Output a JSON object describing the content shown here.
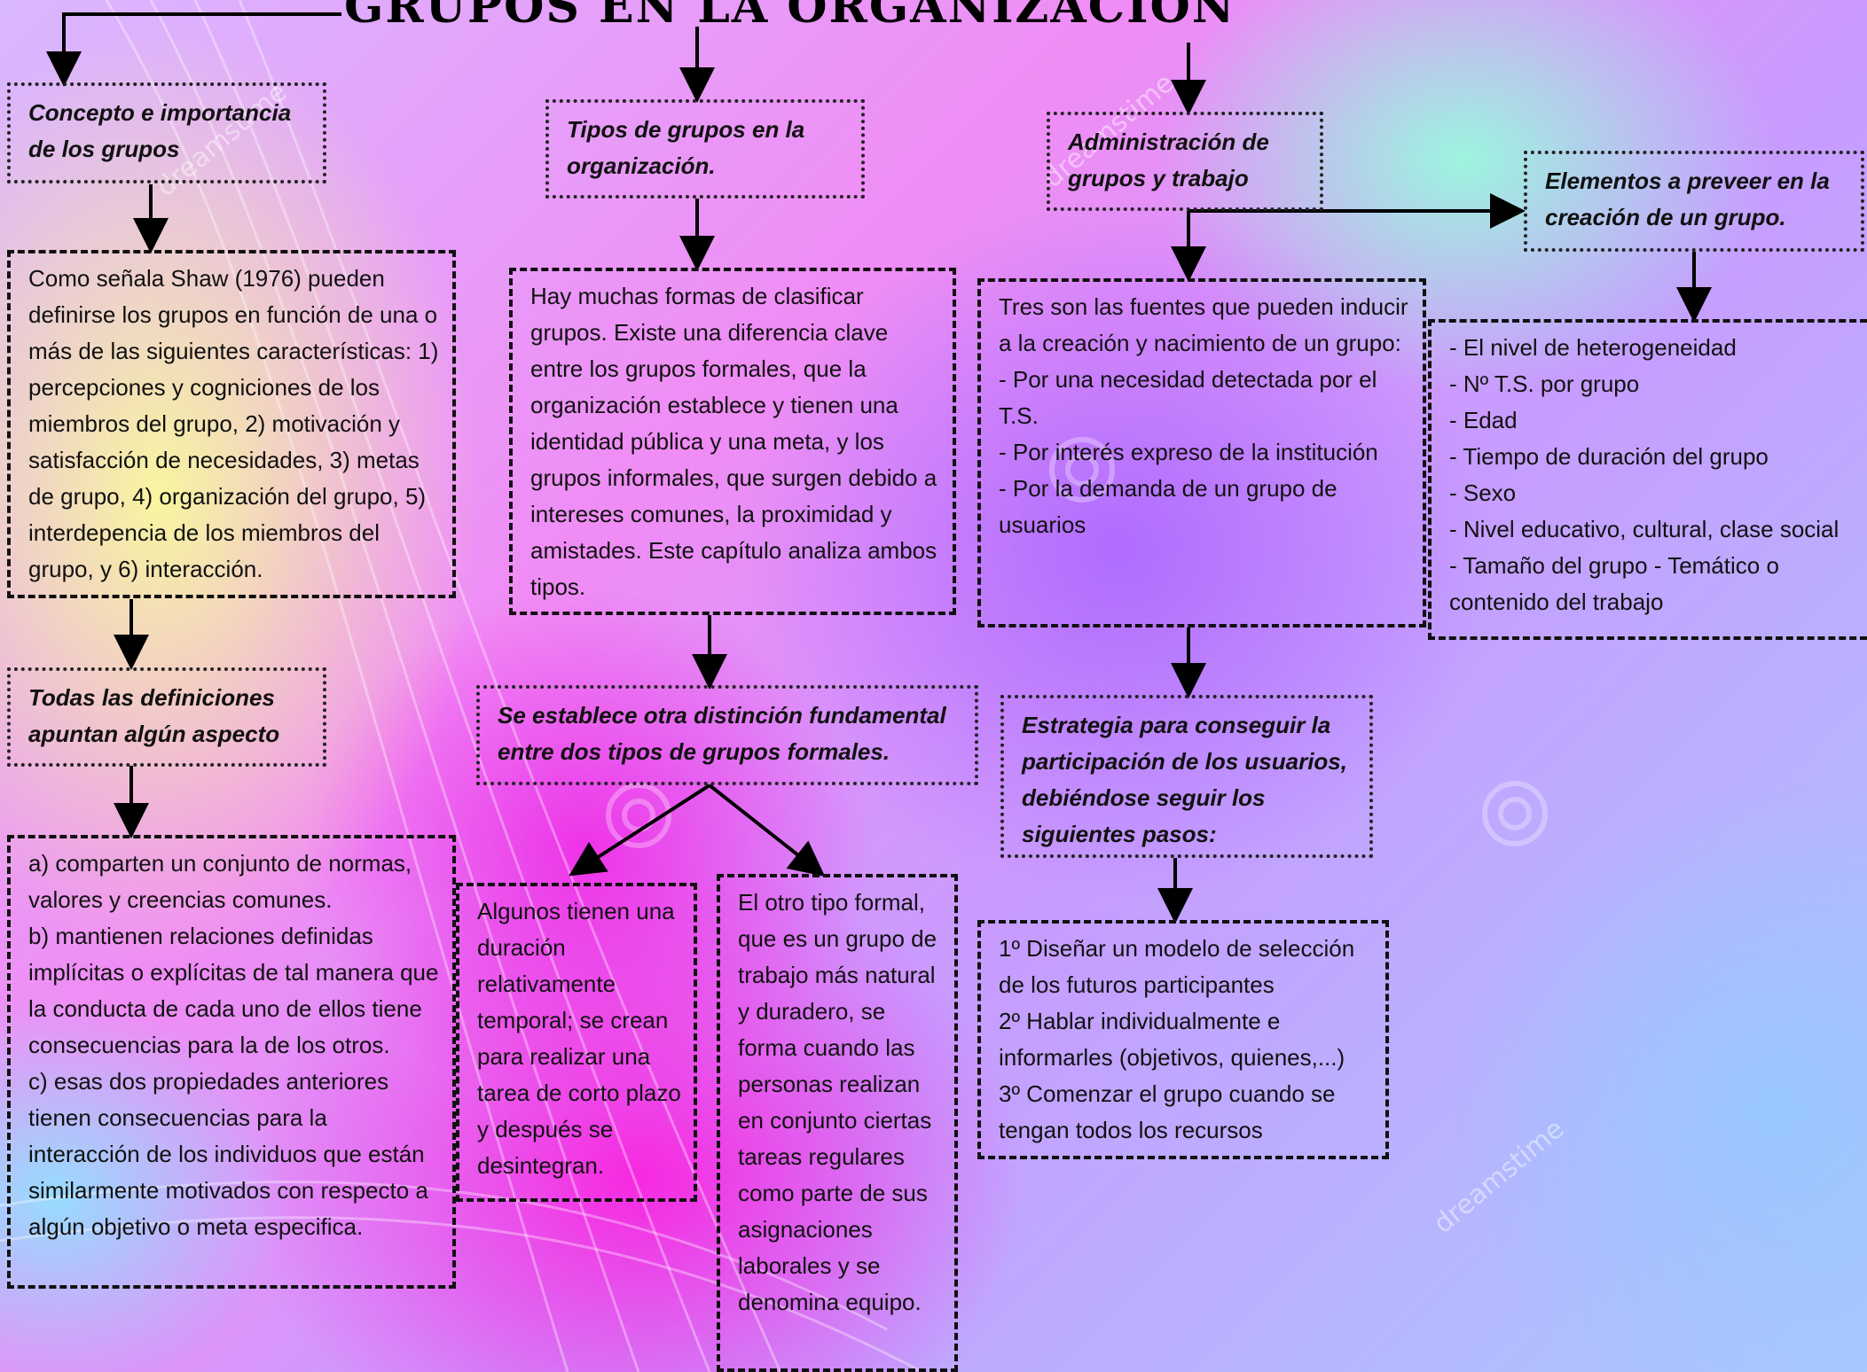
{
  "title": "GRUPOS EN LA ORGANIZACIÓN",
  "watermark": "dreamstime",
  "nodes": {
    "concepto": "Concepto e importancia de los grupos",
    "concepto_text": "Como señala Shaw (1976) pueden definirse los grupos en función de una o más de las siguientes características: 1) percepciones y cogniciones de los miembros del grupo, 2) motivación y satisfacción de necesidades, 3) metas de grupo, 4) organización del grupo, 5) interdepencia de los miembros del grupo, y 6) interacción.",
    "todas": "Todas las definiciones apuntan algún aspecto",
    "todas_text": "a) comparten un conjunto de normas, valores y creencias comunes.\nb) mantienen relaciones definidas implícitas o explícitas de tal manera que la conducta de cada uno de ellos tiene consecuencias para la de los otros.\nc) esas dos propiedades anteriores tienen consecuencias para la interacción de los individuos que están similarmente motivados con respecto a algún objetivo o meta especifica.",
    "tipos": "Tipos de grupos en la organización.",
    "tipos_text": "Hay muchas formas de clasificar grupos. Existe una diferencia clave entre los grupos formales, que la organización establece y tienen una identidad pública y una meta, y los grupos informales, que surgen debido a intereses comunes, la proximidad y amistades. Este capítulo analiza ambos tipos.",
    "distincion": "Se establece otra distinción fundamental entre dos tipos de grupos formales.",
    "temporal_text": "Algunos tienen una duración relativamente temporal; se crean para realizar una tarea de corto plazo y después se desintegran.",
    "equipo_text": "El otro tipo formal, que es un grupo de trabajo más natural y duradero, se forma cuando las personas realizan en conjunto ciertas tareas regulares como parte de sus asignaciones laborales y se denomina equipo.",
    "admin": "Administración de grupos y trabajo",
    "fuentes_text": "Tres son las fuentes que pueden inducir a la creación y nacimiento de un grupo:\n- Por una necesidad detectada por el T.S.\n- Por interés expreso de la institución\n- Por la demanda de un grupo de usuarios",
    "estrategia": "Estrategia para conseguir la participación de los usuarios, debiéndose seguir los siguientes pasos:",
    "pasos_text": "1º Diseñar un modelo de selección de los futuros participantes\n2º Hablar individualmente e informarles (objetivos, quienes,...)\n3º Comenzar el grupo cuando se tengan todos los recursos",
    "elementos": "Elementos a preveer en la creación de un grupo.",
    "elementos_text": "- El nivel de heterogeneidad\n- Nº T.S. por grupo\n- Edad\n- Tiempo de duración del grupo\n- Sexo\n- Nivel educativo, cultural, clase social\n- Tamaño del grupo - Temático o contenido del trabajo"
  }
}
